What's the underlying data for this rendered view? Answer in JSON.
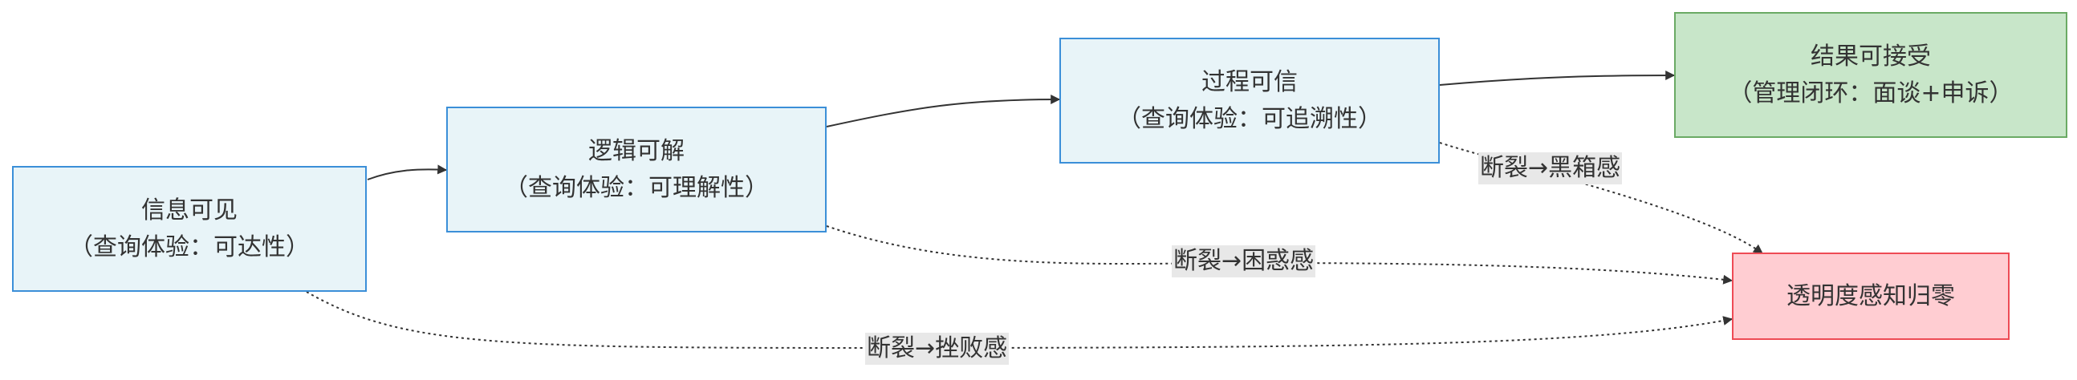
{
  "nodes": {
    "visible": {
      "title": "信息可见",
      "subtitle": "（查询体验：可达性）"
    },
    "understandable": {
      "title": "逻辑可解",
      "subtitle": "（查询体验：可理解性）"
    },
    "trustworthy": {
      "title": "过程可信",
      "subtitle": "（查询体验：可追溯性）"
    },
    "acceptable": {
      "title": "结果可接受",
      "subtitle": "（管理闭环：面谈+申诉）"
    },
    "zero": {
      "title": "透明度感知归零"
    }
  },
  "edge_labels": {
    "blackbox": "断裂→黑箱感",
    "confusion": "断裂→困惑感",
    "frustration": "断裂→挫败感"
  },
  "colors": {
    "blue_fill": "#e8f4f8",
    "blue_border": "#3b8fd8",
    "green_fill": "#c8e6c9",
    "green_border": "#6aaa64",
    "red_fill": "#ffcdd2",
    "red_border": "#ee4b55",
    "edge": "#333333"
  }
}
